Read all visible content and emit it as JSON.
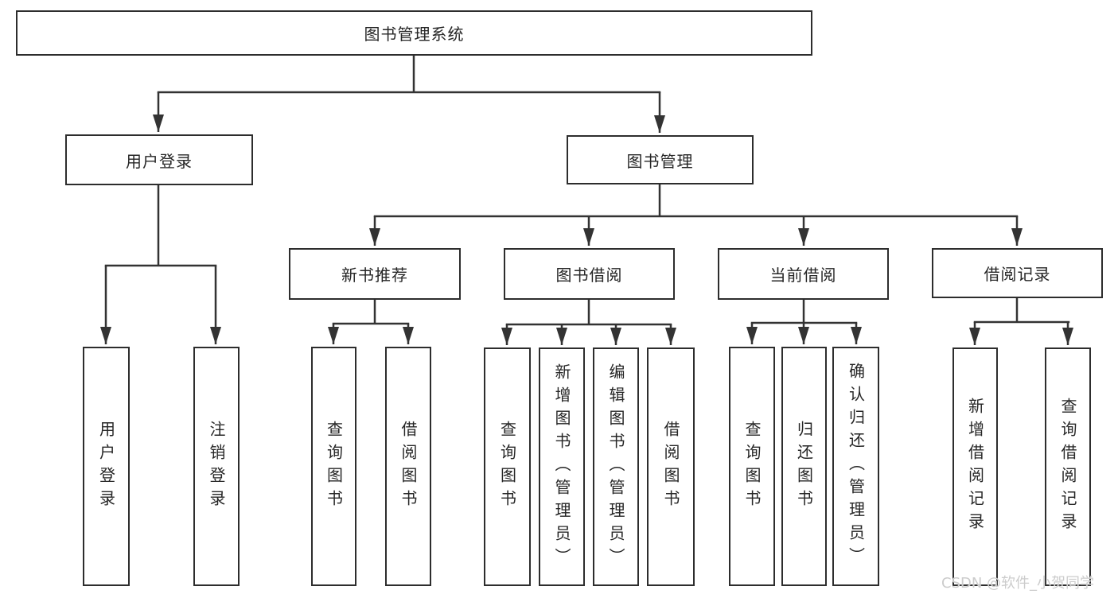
{
  "colors": {
    "line": "#333333",
    "box_border": "#2d2d2d",
    "box_fill": "#ffffff",
    "text": "#262626",
    "watermark": "#cccccc"
  },
  "watermark": {
    "text": "CSDN @软件_小贺同学"
  },
  "nodes": {
    "root": {
      "label": "图书管理系统"
    },
    "user_login": {
      "label": "用户登录"
    },
    "book_mgmt": {
      "label": "图书管理"
    },
    "new_book_rec": {
      "label": "新书推荐"
    },
    "book_borrow": {
      "label": "图书借阅"
    },
    "current_borrow": {
      "label": "当前借阅"
    },
    "borrow_record": {
      "label": "借阅记录"
    },
    "login": {
      "label": "用户登录"
    },
    "logout": {
      "label": "注销登录"
    },
    "query_book_a": {
      "label": "查询图书"
    },
    "borrow_book_a": {
      "label": "借阅图书"
    },
    "query_book_b": {
      "label": "查询图书"
    },
    "add_book": {
      "label": "新增图书（管理员）"
    },
    "edit_book": {
      "label": "编辑图书（管理员）"
    },
    "borrow_book_b": {
      "label": "借阅图书"
    },
    "query_book_c": {
      "label": "查询图书"
    },
    "return_book": {
      "label": "归还图书"
    },
    "confirm_return": {
      "label": "确认归还（管理员）"
    },
    "add_borrow_record": {
      "label": "新增借阅记录"
    },
    "query_borrow_record": {
      "label": "查询借阅记录"
    }
  }
}
